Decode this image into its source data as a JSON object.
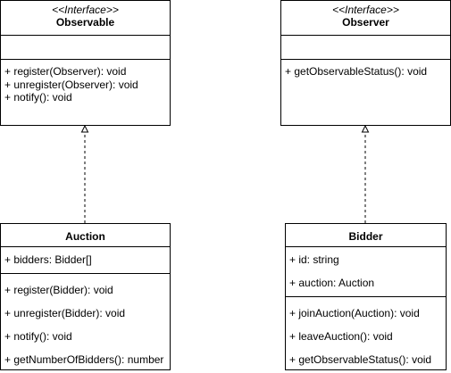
{
  "observable": {
    "stereotype": "<<Interface>>",
    "name": "Observable",
    "methods": [
      "+ register(Observer): void",
      "+ unregister(Observer): void",
      "+ notify(): void"
    ]
  },
  "observer": {
    "stereotype": "<<Interface>>",
    "name": "Observer",
    "methods": [
      "+ getObservableStatus(): void"
    ]
  },
  "auction": {
    "name": "Auction",
    "attributes": [
      "+ bidders: Bidder[]"
    ],
    "methods": [
      "+ register(Bidder): void",
      "+ unregister(Bidder): void",
      "+ notify(): void",
      "+ getNumberOfBidders(): number"
    ]
  },
  "bidder": {
    "name": "Bidder",
    "attributes": [
      "+ id: string",
      "+ auction: Auction"
    ],
    "methods": [
      "+ joinAuction(Auction): void",
      "+ leaveAuction(): void",
      "+ getObservableStatus(): void"
    ]
  },
  "colors": {
    "line": "#000000",
    "fill": "#ffffff"
  }
}
